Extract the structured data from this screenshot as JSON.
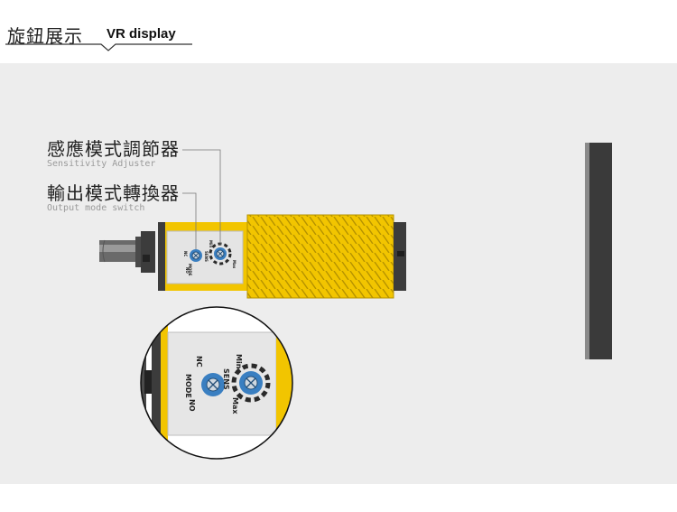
{
  "header": {
    "title_zh": "旋鈕展示",
    "title_en": "VR display"
  },
  "callouts": [
    {
      "zh": "感應模式調節器",
      "en": "Sensitivity Adjuster"
    },
    {
      "zh": "輸出模式轉換器",
      "en": "Output mode switch"
    }
  ],
  "sensor_markings": {
    "min": "Min",
    "max": "Max",
    "sens": "SENS",
    "nc": "NC",
    "no": "NO",
    "mode": "MODE"
  },
  "colors": {
    "accent_yellow": "#f2c500",
    "panel_bg": "#ededed",
    "dark_body": "#3c3c3c",
    "knob_blue": "#3a7fc1"
  }
}
